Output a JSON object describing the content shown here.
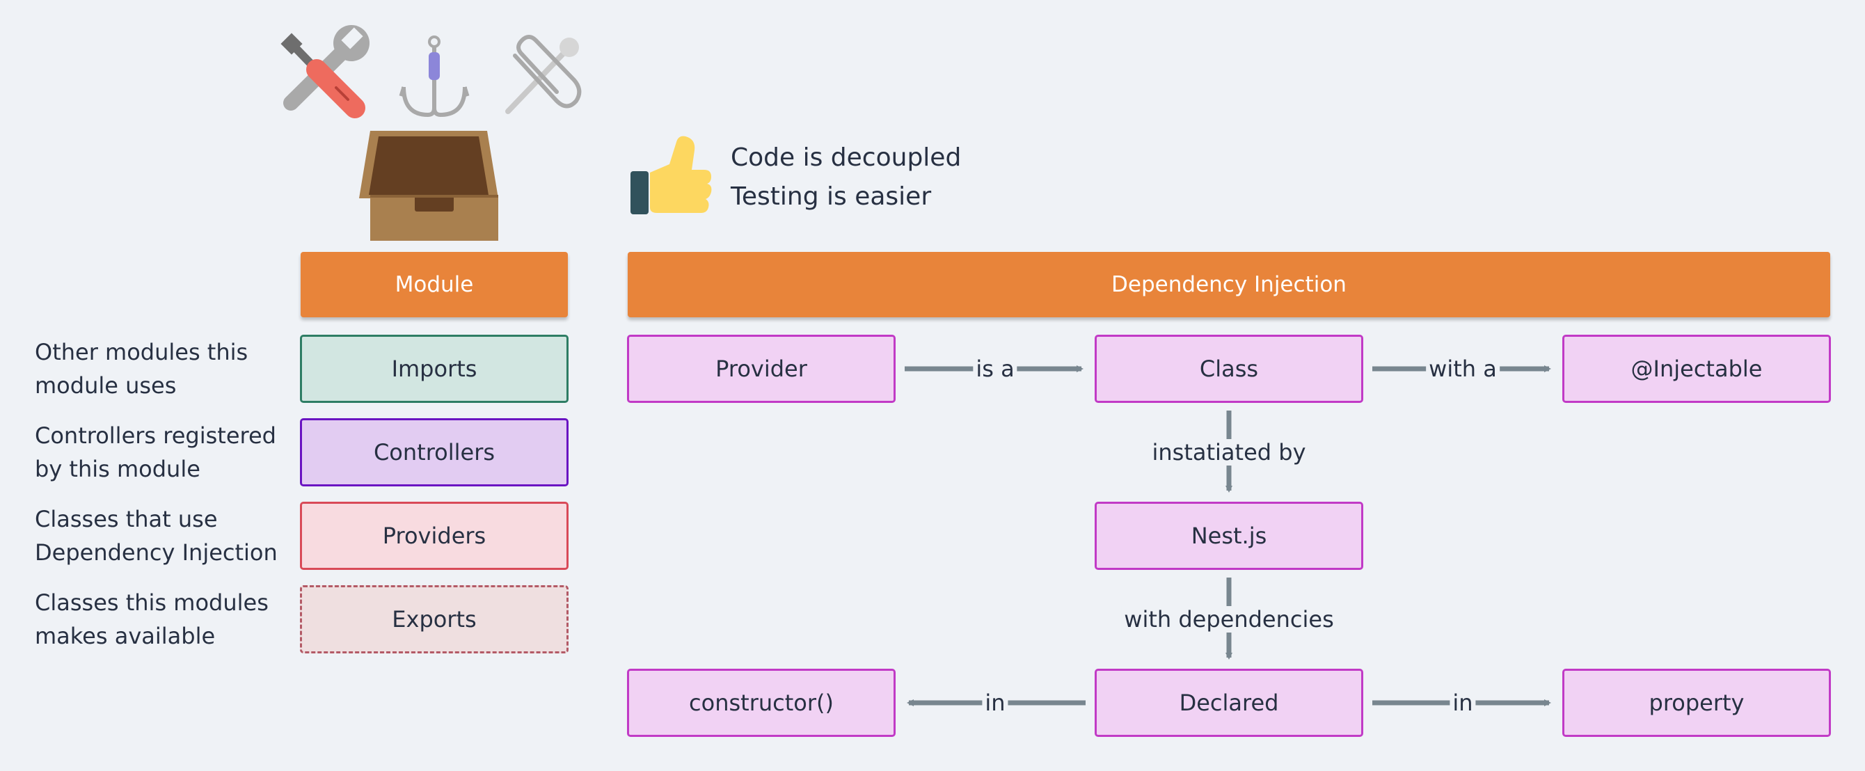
{
  "benefits": [
    "Code is decoupled",
    "Testing is easier"
  ],
  "module": {
    "title": "Module",
    "items": [
      {
        "label": "Imports",
        "description": [
          "Other modules this",
          "module uses"
        ]
      },
      {
        "label": "Controllers",
        "description": [
          "Controllers registered",
          "by this module"
        ]
      },
      {
        "label": "Providers",
        "description": [
          "Classes that use",
          "Dependency Injection"
        ]
      },
      {
        "label": "Exports",
        "description": [
          "Classes this modules",
          "makes available"
        ]
      }
    ]
  },
  "di": {
    "title": "Dependency Injection",
    "nodes": {
      "provider": "Provider",
      "class": "Class",
      "injectable": "@Injectable",
      "nestjs": "Nest.js",
      "declared": "Declared",
      "constructor": "constructor()",
      "property": "property"
    },
    "edges": {
      "is_a": "is a",
      "with_a": "with a",
      "instatiated_by": "instatiated by",
      "with_dependencies": "with dependencies",
      "in_left": "in",
      "in_right": "in"
    }
  },
  "icons": [
    "tools-icon",
    "hook-icon",
    "paperclip-icon",
    "inbox-tray-icon",
    "thumbs-up-icon"
  ],
  "colors": {
    "background": "#eff2f6",
    "header": "#e8843a",
    "arrow": "#78868f",
    "di_node_fill": "#f1d2f4",
    "di_node_border": "#c13ac6"
  }
}
